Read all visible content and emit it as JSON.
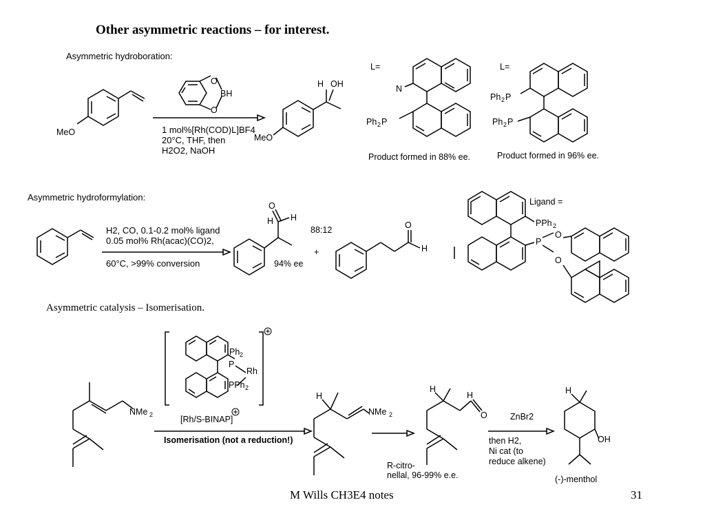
{
  "slide": {
    "title": "Other asymmetric reactions – for interest.",
    "footer_left": "M Wills CH3E4 notes",
    "page_number": "31"
  },
  "hydroboration": {
    "heading": "Asymmetric hydroboration:",
    "cond_line1": "1 mol%[Rh(COD)L]BF4",
    "cond_line2": "20°C, THF, then",
    "cond_line3": "H2O2, NaOH",
    "ligand_label_1": "L=",
    "ligand_label_2": "L=",
    "result_1": "Product formed in 88% ee.",
    "result_2": "Product formed in 96% ee."
  },
  "hydroformylation": {
    "heading": "Asymmetric hydroformylation:",
    "cond_line1": "H2, CO, 0.1-0.2 mol% ligand",
    "cond_line2": "0.05 mol% Rh(acac)(CO)2,",
    "cond_line3": "60°C, >99% conversion",
    "ratio": "88:12",
    "ee": "94% ee",
    "plus": "+",
    "ligand_label": "Ligand ="
  },
  "isomerisation": {
    "heading": "Asymmetric catalysis – Isomerisation.",
    "catalyst_label": "[Rh/S-BINAP]",
    "arrow_label": "Isomerisation (not a reduction!)",
    "product_name": "R-citro-\nnellal, 96-99% e.e.",
    "product_name_line1": "R-citro-",
    "product_name_line2": "nellal, 96-99% e.e.",
    "step2_reagent": "ZnBr2",
    "step3_line1": "then H2,",
    "step3_line2": "Ni cat (to",
    "step3_line3": "reduce alkene)",
    "menthol": "(-)-menthol"
  }
}
